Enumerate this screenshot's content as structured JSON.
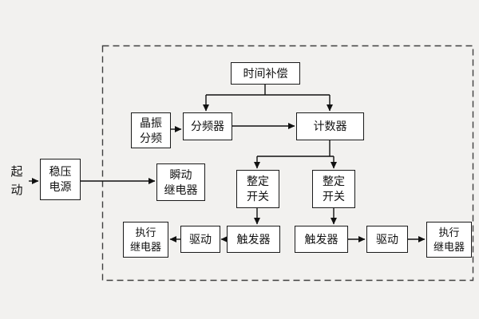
{
  "colors": {
    "background": "#f2f1ef",
    "box_fill": "#ffffff",
    "box_border": "#1a1a1a",
    "line_color": "#111111",
    "frame_color": "#3f3f3f"
  },
  "nodes": {
    "start": {
      "lines": [
        "起",
        "动"
      ]
    },
    "voltage_regulator": {
      "lines": [
        "稳压",
        "电源"
      ]
    },
    "time_compensation": {
      "label": "时间补偿"
    },
    "crystal_oscillator_divider": {
      "lines": [
        "晶振",
        "分频"
      ]
    },
    "frequency_divider": {
      "label": "分频器"
    },
    "counter": {
      "label": "计数器"
    },
    "instant_relay": {
      "lines": [
        "瞬动",
        "继电器"
      ]
    },
    "setting_switch_left": {
      "lines": [
        "整定",
        "开关"
      ]
    },
    "setting_switch_right": {
      "lines": [
        "整定",
        "开关"
      ]
    },
    "trigger_left": {
      "label": "触发器"
    },
    "trigger_right": {
      "label": "触发器"
    },
    "driver_left": {
      "label": "驱动"
    },
    "driver_right": {
      "label": "驱动"
    },
    "exec_relay_left": {
      "lines": [
        "执行",
        "继电器"
      ]
    },
    "exec_relay_right": {
      "lines": [
        "执行",
        "继电器"
      ]
    }
  }
}
